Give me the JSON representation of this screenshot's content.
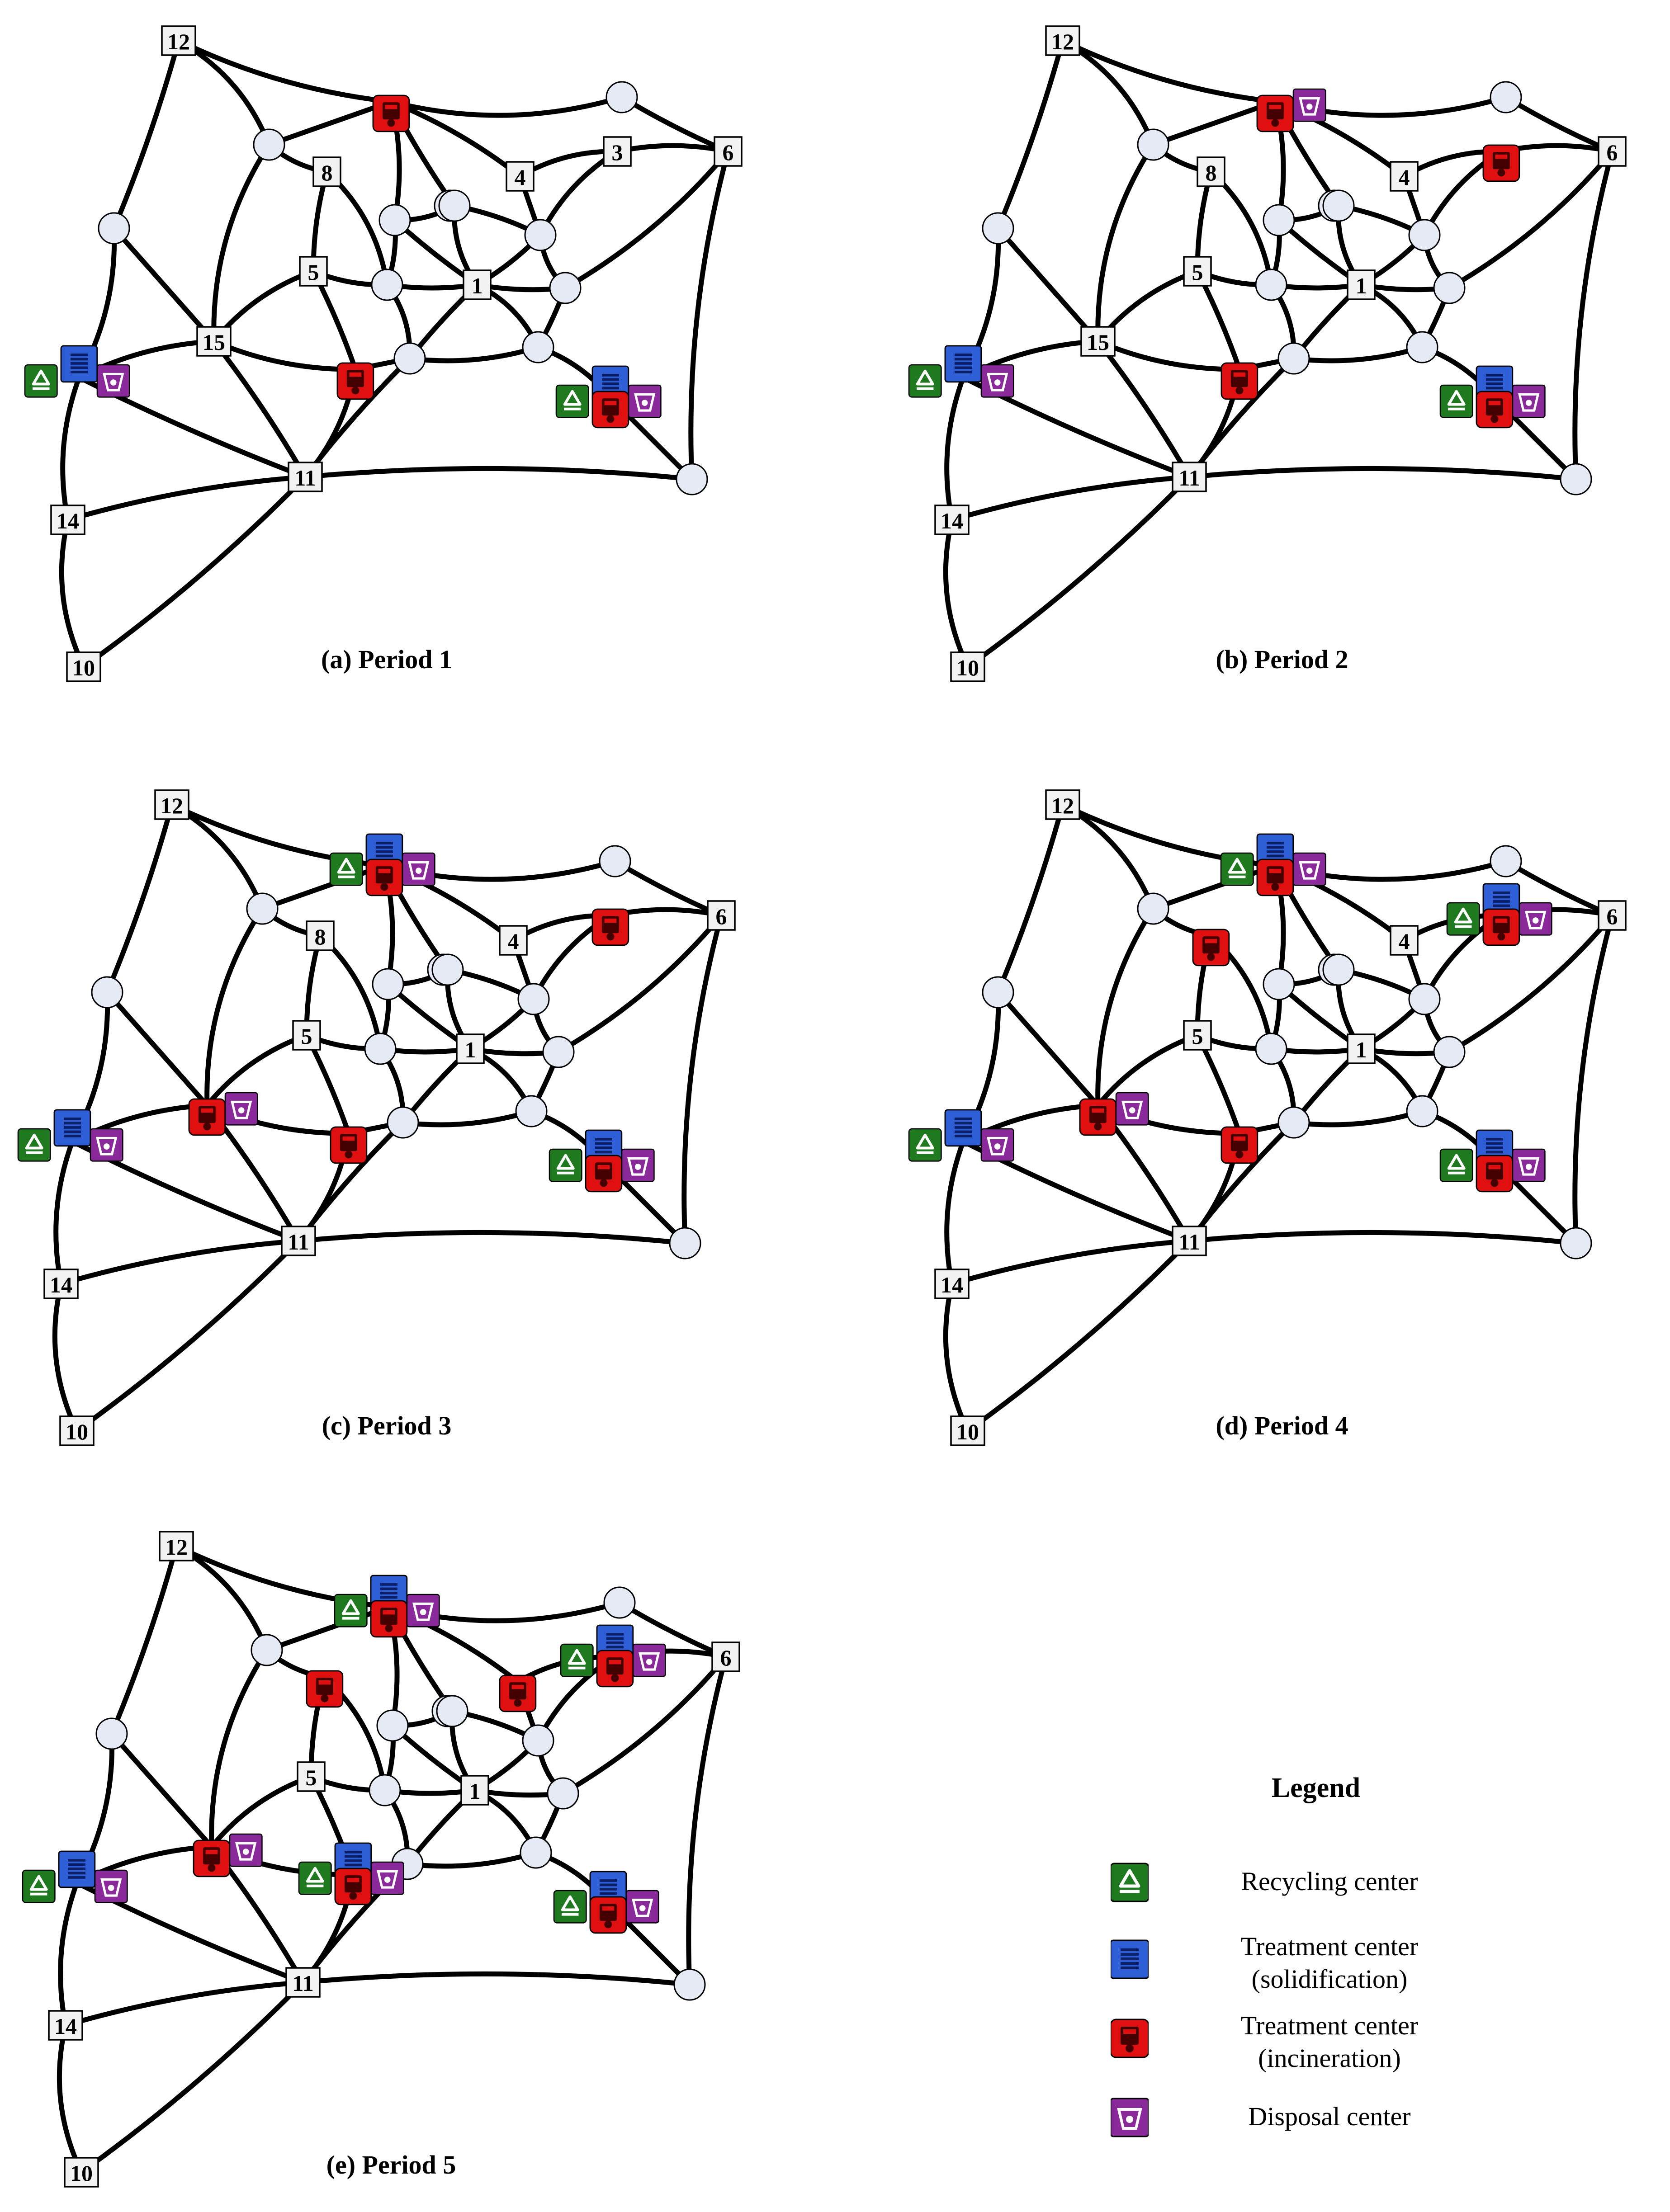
{
  "colors": {
    "recycling": "#1f7a1f",
    "solidification": "#2f5fd6",
    "incineration": "#e01010",
    "disposal": "#8a2a9a",
    "junction_fill": "#e6eaf5",
    "edge": "#000000"
  },
  "network": {
    "labeled_nodes": [
      "1",
      "3",
      "4",
      "5",
      "6",
      "8",
      "10",
      "11",
      "12",
      "14",
      "15"
    ],
    "edges": [
      [
        "12",
        "P1"
      ],
      [
        "12",
        "P2"
      ],
      [
        "12",
        "J13"
      ],
      [
        "J13",
        "J16"
      ],
      [
        "J16",
        "14"
      ],
      [
        "J16",
        "15"
      ],
      [
        "J13",
        "15"
      ],
      [
        "14",
        "10"
      ],
      [
        "14",
        "11"
      ],
      [
        "10",
        "11"
      ],
      [
        "16",
        "15"
      ],
      [
        "16",
        "11"
      ],
      [
        "16",
        "14"
      ],
      [
        "15",
        "11"
      ],
      [
        "15",
        "9"
      ],
      [
        "15",
        "5"
      ],
      [
        "15",
        "P2"
      ],
      [
        "P2",
        "J8"
      ],
      [
        "P2",
        "8"
      ],
      [
        "J8",
        "P1"
      ],
      [
        "J8",
        "8"
      ],
      [
        "J8",
        "4"
      ],
      [
        "J8",
        "J7"
      ],
      [
        "P1",
        "J7"
      ],
      [
        "P1",
        "J2"
      ],
      [
        "P1",
        "J4"
      ],
      [
        "8",
        "5"
      ],
      [
        "8",
        "J2"
      ],
      [
        "5",
        "9"
      ],
      [
        "5",
        "J1"
      ],
      [
        "9",
        "J3"
      ],
      [
        "9",
        "11"
      ],
      [
        "11",
        "J10"
      ],
      [
        "11",
        "J5"
      ],
      [
        "J5",
        "J6"
      ],
      [
        "J6",
        "7"
      ],
      [
        "J6",
        "J2"
      ],
      [
        "J1",
        "J2"
      ],
      [
        "J1",
        "1"
      ],
      [
        "J2",
        "J4"
      ],
      [
        "J1",
        "J3"
      ],
      [
        "J4",
        "4"
      ],
      [
        "J4",
        "1"
      ],
      [
        "4",
        "J9"
      ],
      [
        "4",
        "3"
      ],
      [
        "3",
        "J9"
      ],
      [
        "3",
        "P3"
      ],
      [
        "3",
        "6"
      ],
      [
        "P3",
        "6"
      ],
      [
        "J9",
        "J11"
      ],
      [
        "J9",
        "1"
      ],
      [
        "1",
        "J11"
      ],
      [
        "1",
        "J12"
      ],
      [
        "1",
        "J3"
      ],
      [
        "J3",
        "J12"
      ],
      [
        "J12",
        "7"
      ],
      [
        "J11",
        "J12"
      ],
      [
        "J11",
        "6"
      ],
      [
        "7",
        "J10"
      ],
      [
        "6",
        "J10"
      ]
    ]
  },
  "panels": [
    {
      "caption": "(a) Period 1",
      "nodes": {
        "12": "box",
        "3": "box",
        "4": "box",
        "5": "box",
        "6": "box",
        "8": "box",
        "10": "box",
        "11": "box",
        "14": "box",
        "15": "box",
        "1": "box"
      },
      "facilities": [
        {
          "at": "P1",
          "types": [
            "incineration"
          ]
        },
        {
          "at": "16",
          "types": [
            "recycling",
            "solidification",
            "disposal"
          ]
        },
        {
          "at": "9",
          "types": [
            "incineration"
          ]
        },
        {
          "at": "7",
          "types": [
            "recycling",
            "solidification",
            "incineration",
            "disposal"
          ]
        }
      ]
    },
    {
      "caption": "(b) Period 2",
      "nodes": {
        "12": "box",
        "4": "box",
        "5": "box",
        "6": "box",
        "8": "box",
        "10": "box",
        "11": "box",
        "14": "box",
        "15": "box",
        "1": "box"
      },
      "facilities": [
        {
          "at": "P1",
          "types": [
            "incineration",
            "disposal"
          ]
        },
        {
          "at": "16",
          "types": [
            "recycling",
            "solidification",
            "disposal"
          ]
        },
        {
          "at": "9",
          "types": [
            "incineration"
          ]
        },
        {
          "at": "3",
          "types": [
            "incineration"
          ]
        },
        {
          "at": "7",
          "types": [
            "recycling",
            "solidification",
            "incineration",
            "disposal"
          ]
        }
      ]
    },
    {
      "caption": "(c) Period 3",
      "nodes": {
        "12": "box",
        "4": "box",
        "5": "box",
        "6": "box",
        "8": "box",
        "10": "box",
        "11": "box",
        "14": "box",
        "1": "box"
      },
      "facilities": [
        {
          "at": "P1",
          "types": [
            "recycling",
            "solidification",
            "incineration",
            "disposal"
          ]
        },
        {
          "at": "16",
          "types": [
            "recycling",
            "solidification",
            "disposal"
          ]
        },
        {
          "at": "15",
          "types": [
            "incineration",
            "disposal"
          ]
        },
        {
          "at": "9",
          "types": [
            "incineration"
          ]
        },
        {
          "at": "3",
          "types": [
            "incineration"
          ]
        },
        {
          "at": "7",
          "types": [
            "recycling",
            "solidification",
            "incineration",
            "disposal"
          ]
        }
      ]
    },
    {
      "caption": "(d) Period 4",
      "nodes": {
        "12": "box",
        "4": "box",
        "5": "box",
        "6": "box",
        "10": "box",
        "11": "box",
        "14": "box",
        "1": "box"
      },
      "facilities": [
        {
          "at": "P1",
          "types": [
            "recycling",
            "solidification",
            "incineration",
            "disposal"
          ]
        },
        {
          "at": "16",
          "types": [
            "recycling",
            "solidification",
            "disposal"
          ]
        },
        {
          "at": "15",
          "types": [
            "incineration",
            "disposal"
          ]
        },
        {
          "at": "8",
          "types": [
            "incineration"
          ]
        },
        {
          "at": "9",
          "types": [
            "incineration"
          ]
        },
        {
          "at": "3",
          "types": [
            "recycling",
            "solidification",
            "incineration",
            "disposal"
          ]
        },
        {
          "at": "7",
          "types": [
            "recycling",
            "solidification",
            "incineration",
            "disposal"
          ]
        }
      ]
    },
    {
      "caption": "(e) Period 5",
      "nodes": {
        "12": "box",
        "5": "box",
        "6": "box",
        "10": "box",
        "11": "box",
        "14": "box",
        "1": "box"
      },
      "facilities": [
        {
          "at": "P1",
          "types": [
            "recycling",
            "solidification",
            "incineration",
            "disposal"
          ]
        },
        {
          "at": "16",
          "types": [
            "recycling",
            "solidification",
            "disposal"
          ]
        },
        {
          "at": "15",
          "types": [
            "incineration",
            "disposal"
          ]
        },
        {
          "at": "8",
          "types": [
            "incineration"
          ]
        },
        {
          "at": "4",
          "types": [
            "incineration"
          ]
        },
        {
          "at": "3",
          "types": [
            "recycling",
            "solidification",
            "incineration",
            "disposal"
          ]
        },
        {
          "at": "9",
          "types": [
            "recycling",
            "solidification",
            "incineration",
            "disposal"
          ]
        },
        {
          "at": "7",
          "types": [
            "recycling",
            "solidification",
            "incineration",
            "disposal"
          ]
        }
      ]
    }
  ],
  "legend": {
    "title": "Legend",
    "items": [
      {
        "type": "recycling",
        "icon": "recycling-icon",
        "label_lines": [
          "Recycling center"
        ]
      },
      {
        "type": "solidification",
        "icon": "solidification-icon",
        "label_lines": [
          "Treatment center",
          "(solidification)"
        ]
      },
      {
        "type": "incineration",
        "icon": "incineration-icon",
        "label_lines": [
          "Treatment center",
          "(incineration)"
        ]
      },
      {
        "type": "disposal",
        "icon": "disposal-icon",
        "label_lines": [
          "Disposal center"
        ]
      }
    ]
  }
}
